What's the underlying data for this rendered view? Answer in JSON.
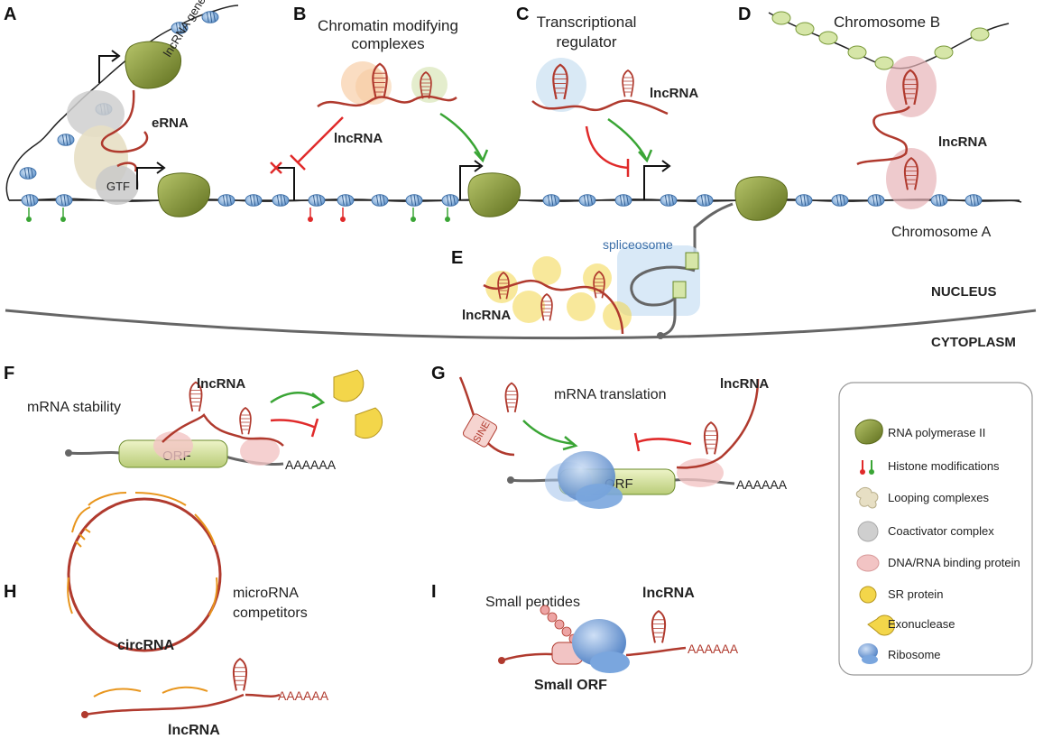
{
  "panels": {
    "a": "A",
    "b": "B",
    "c": "C",
    "d": "D",
    "e": "E",
    "f": "F",
    "g": "G",
    "h": "H",
    "i": "I"
  },
  "labels": {
    "lncrna_gene": "lncRNA gene",
    "erna": "eRNA",
    "gtf": "GTF",
    "chromatin_modifying_1": "Chromatin modifying",
    "chromatin_modifying_2": "complexes",
    "transcriptional_1": "Transcriptional",
    "transcriptional_2": "regulator",
    "chromosome_b": "Chromosome B",
    "chromosome_a": "Chromosome A",
    "lncrna": "lncRNA",
    "spliceosome": "spliceosome",
    "nucleus": "NUCLEUS",
    "cytoplasm": "CYTOPLASM",
    "mrna_stability": "mRNA stability",
    "orf": "ORF",
    "polya": "AAAAAA",
    "mrna_translation": "mRNA translation",
    "sine": "SINE",
    "microrna_1": "microRNA",
    "microrna_2": "competitors",
    "circrna": "circRNA",
    "small_peptides": "Small peptides",
    "small_orf": "Small ORF"
  },
  "legend": [
    {
      "label": "RNA polymerase II",
      "icon": "rna-polymerase-icon"
    },
    {
      "label": "Histone modifications",
      "icon": "histone-mark-icon"
    },
    {
      "label": "Looping complexes",
      "icon": "looping-complex-icon"
    },
    {
      "label": "Coactivator complex",
      "icon": "coactivator-icon"
    },
    {
      "label": "DNA/RNA binding protein",
      "icon": "binding-protein-icon"
    },
    {
      "label": "SR protein",
      "icon": "sr-protein-icon"
    },
    {
      "label": "Exonuclease",
      "icon": "exonuclease-icon"
    },
    {
      "label": "Ribosome",
      "icon": "ribosome-icon"
    }
  ],
  "colors": {
    "rna": "#b03a2e",
    "polymerase": "#8a9a3a",
    "nucleosome": "#8fb7e0",
    "activation": "#3aa535",
    "repression": "#e02a2a",
    "sr_protein": "#f3d64a",
    "ribosome": "#7aa6de",
    "binding_protein": "#f2c4c4",
    "mirna": "#e8961e"
  }
}
